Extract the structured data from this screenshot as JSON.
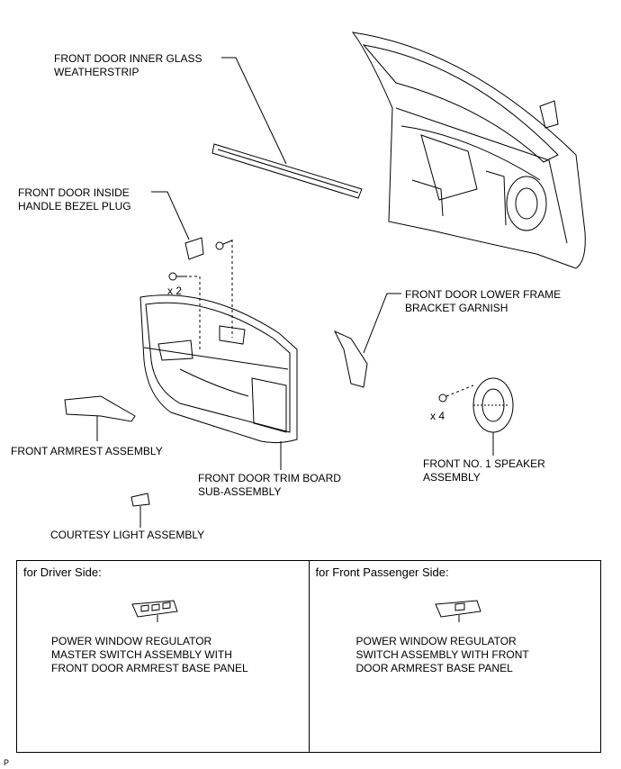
{
  "labels": {
    "weatherstrip": "FRONT DOOR INNER GLASS\nWEATHERSTRIP",
    "bezel_plug": "FRONT DOOR INSIDE\nHANDLE BEZEL PLUG",
    "qty_screw": "x 2",
    "lower_frame": "FRONT DOOR LOWER FRAME\nBRACKET GARNISH",
    "qty_speaker": "x 4",
    "armrest": "FRONT ARMREST ASSEMBLY",
    "trim_board": "FRONT DOOR TRIM BOARD\nSUB-ASSEMBLY",
    "speaker": "FRONT NO. 1 SPEAKER\nASSEMBLY",
    "courtesy": "COURTESY LIGHT ASSEMBLY"
  },
  "panels": {
    "driver_title": "for Driver Side:",
    "driver_desc": "POWER WINDOW REGULATOR\nMASTER SWITCH ASSEMBLY WITH\nFRONT DOOR ARMREST BASE PANEL",
    "passenger_title": "for Front Passenger Side:",
    "passenger_desc": "POWER WINDOW REGULATOR\nSWITCH ASSEMBLY WITH FRONT\nDOOR ARMREST BASE PANEL"
  },
  "figure_code": "P"
}
